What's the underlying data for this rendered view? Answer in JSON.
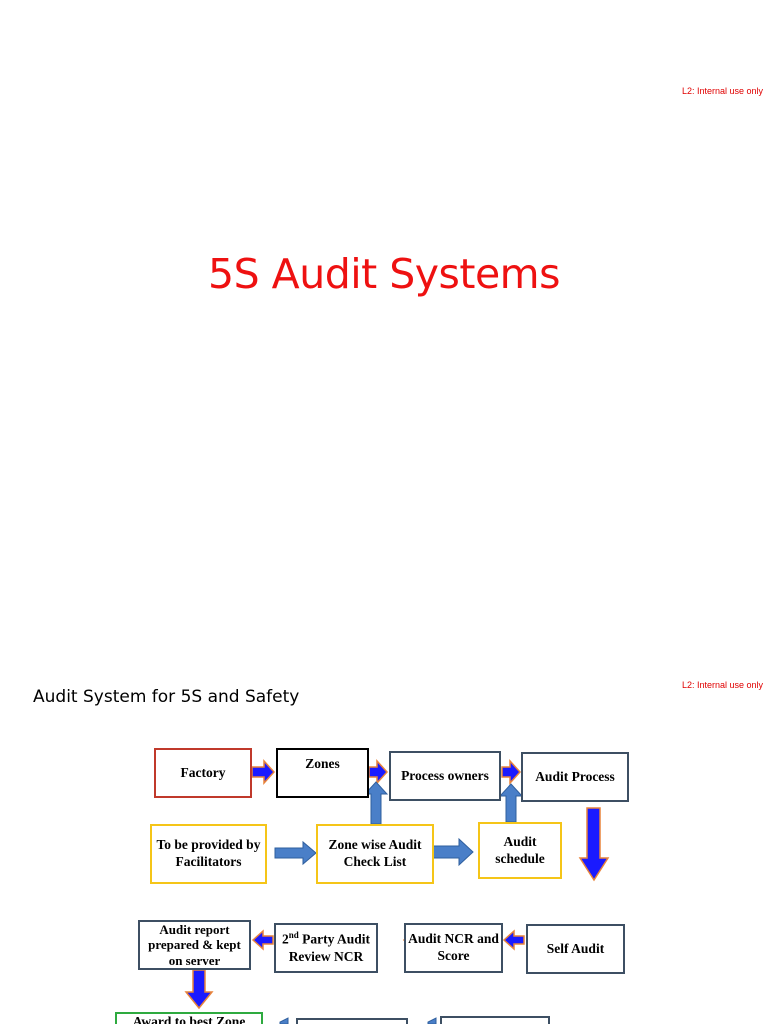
{
  "slide1": {
    "label": "L2: Internal use only",
    "title": "5S Audit Systems"
  },
  "slide2": {
    "label": "L2: Internal use only",
    "title": "Audit System for 5S and Safety",
    "boxes": {
      "factory": "Factory",
      "zones": "Zones",
      "process_owners": "Process owners",
      "audit_process": "Audit Process",
      "facilitators": "To be provided by Facilitators",
      "checklist": "Zone wise Audit Check List",
      "schedule": "Audit schedule",
      "self_audit": "Self Audit",
      "ncr_score": "Audit NCR and Score",
      "second_party_sup": "nd",
      "second_party_num": "2",
      "second_party_text": "Party Audit Review NCR",
      "report": "Audit report prepared & kept on server",
      "award": "Award to best Zone"
    }
  }
}
